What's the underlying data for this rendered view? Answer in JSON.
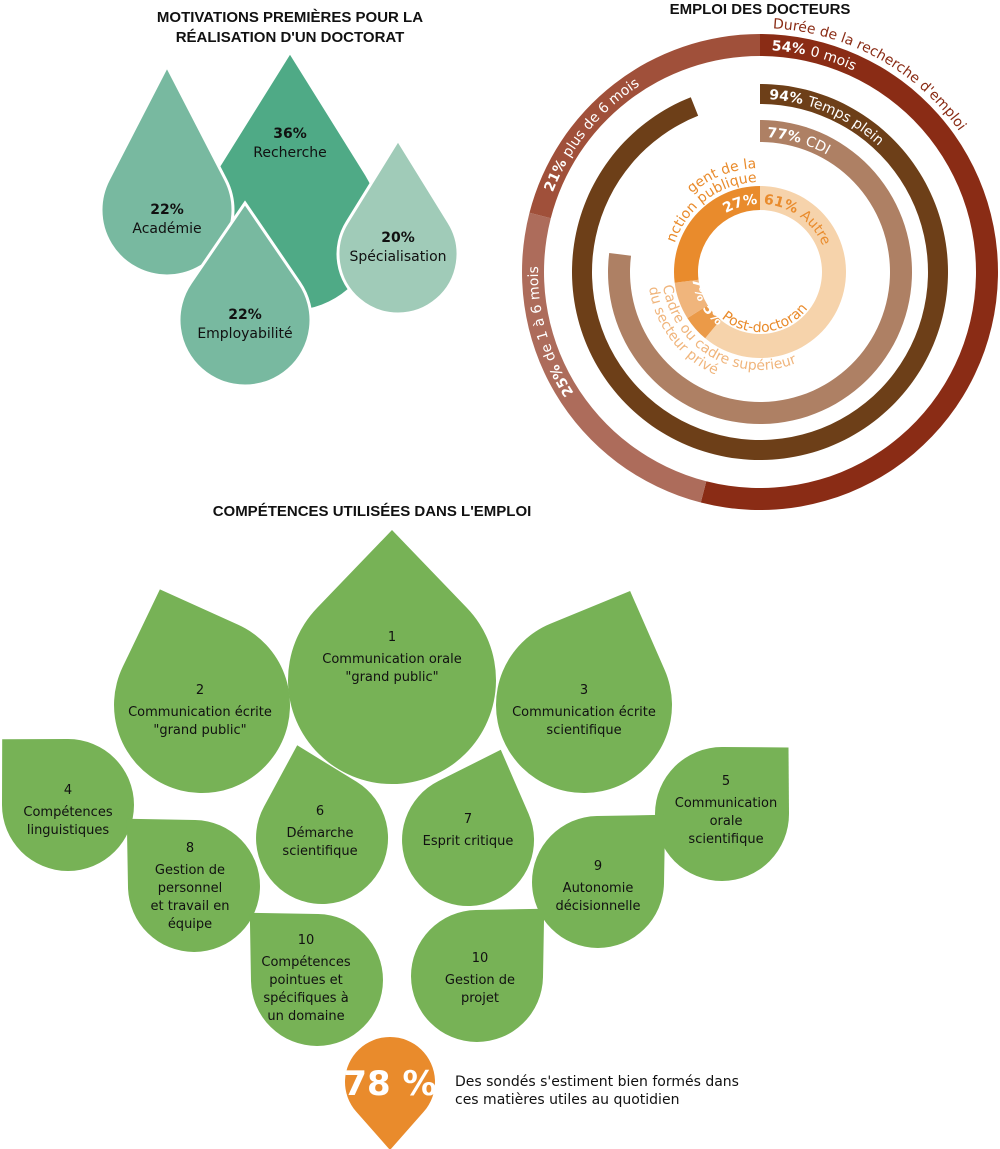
{
  "motivations": {
    "title_lines": [
      "MOTIVATIONS PREMIÈRES POUR LA",
      "RÉALISATION D'UN DOCTORAT"
    ],
    "colors": {
      "recherche": "#4faa86",
      "academie": "#78b9a0",
      "employabilite": "#78b9a0",
      "specialisation": "#a0cbb8"
    },
    "items": [
      {
        "key": "recherche",
        "pct": "36%",
        "label": "Recherche",
        "value": 36
      },
      {
        "key": "academie",
        "pct": "22%",
        "label": "Académie",
        "value": 22
      },
      {
        "key": "employabilite",
        "pct": "22%",
        "label": "Employabilité",
        "value": 22
      },
      {
        "key": "specialisation",
        "pct": "20%",
        "label": "Spécialisation",
        "value": 20
      }
    ]
  },
  "emploi": {
    "title": "EMPLOI DES DOCTEURS",
    "recherche_label": "Durée de la recherche d'emploi",
    "rings": {
      "recherche": [
        {
          "pct": "54%",
          "label": "0 mois",
          "value": 54,
          "color": "#8a2c15"
        },
        {
          "pct": "25%",
          "label": "de 1 à 6 mois",
          "value": 25,
          "color": "#ad6c5b"
        },
        {
          "pct": "21%",
          "label": "plus de 6 mois",
          "value": 21,
          "color": "#a0503a"
        }
      ],
      "temps_plein": {
        "pct": "94%",
        "label": "Temps plein",
        "value": 94,
        "color": "#6d3f18"
      },
      "cdi": {
        "pct": "77%",
        "label": "CDI",
        "value": 77,
        "color": "#ae8064"
      },
      "statut": [
        {
          "pct": "61%",
          "label": "Autre",
          "value": 61,
          "color": "#f6d3ab"
        },
        {
          "pct": "5%",
          "label": "Post-doctorant",
          "value": 5,
          "color": "#eb9a48"
        },
        {
          "pct": "7%",
          "label": "Cadre ou cadre supérieur du secteur privé",
          "value": 7,
          "color": "#f0b57c"
        },
        {
          "pct": "27%",
          "label": "Agent de la fonction publique",
          "value": 27,
          "color": "#e98b2c"
        }
      ]
    },
    "text_labels": {
      "agent_line1": "Agent de la",
      "agent_line2": "fonction publique",
      "cadre_line1": "Cadre ou cadre supérieur",
      "cadre_line2": "du secteur privé",
      "postdoc": "Post-doctorant"
    }
  },
  "competences": {
    "title": "COMPÉTENCES UTILISÉES DANS L'EMPLOI",
    "color": "#77b256",
    "items": [
      {
        "rank": "1",
        "lines": [
          "Communication orale",
          "\"grand public\""
        ]
      },
      {
        "rank": "2",
        "lines": [
          "Communication écrite",
          "\"grand public\""
        ]
      },
      {
        "rank": "3",
        "lines": [
          "Communication écrite",
          "scientifique"
        ]
      },
      {
        "rank": "4",
        "lines": [
          "Compétences",
          "linguistiques"
        ]
      },
      {
        "rank": "5",
        "lines": [
          "Communication",
          "orale",
          "scientifique"
        ]
      },
      {
        "rank": "6",
        "lines": [
          "Démarche",
          "scientifique"
        ]
      },
      {
        "rank": "7",
        "lines": [
          "Esprit critique"
        ]
      },
      {
        "rank": "8",
        "lines": [
          "Gestion de",
          "personnel",
          "et travail en",
          "équipe"
        ]
      },
      {
        "rank": "9",
        "lines": [
          "Autonomie",
          "décisionnelle"
        ]
      },
      {
        "rank": "10",
        "lines": [
          "Compétences",
          "pointues et",
          "spécifiques à",
          "un domaine"
        ]
      },
      {
        "rank": "10",
        "lines": [
          "Gestion de",
          "projet"
        ]
      }
    ],
    "summary": {
      "pct": "78 %",
      "value": 78,
      "color": "#e98b2c",
      "lines": [
        "Des sondés s'estiment bien formés dans",
        "ces matières utiles au quotidien"
      ]
    }
  }
}
